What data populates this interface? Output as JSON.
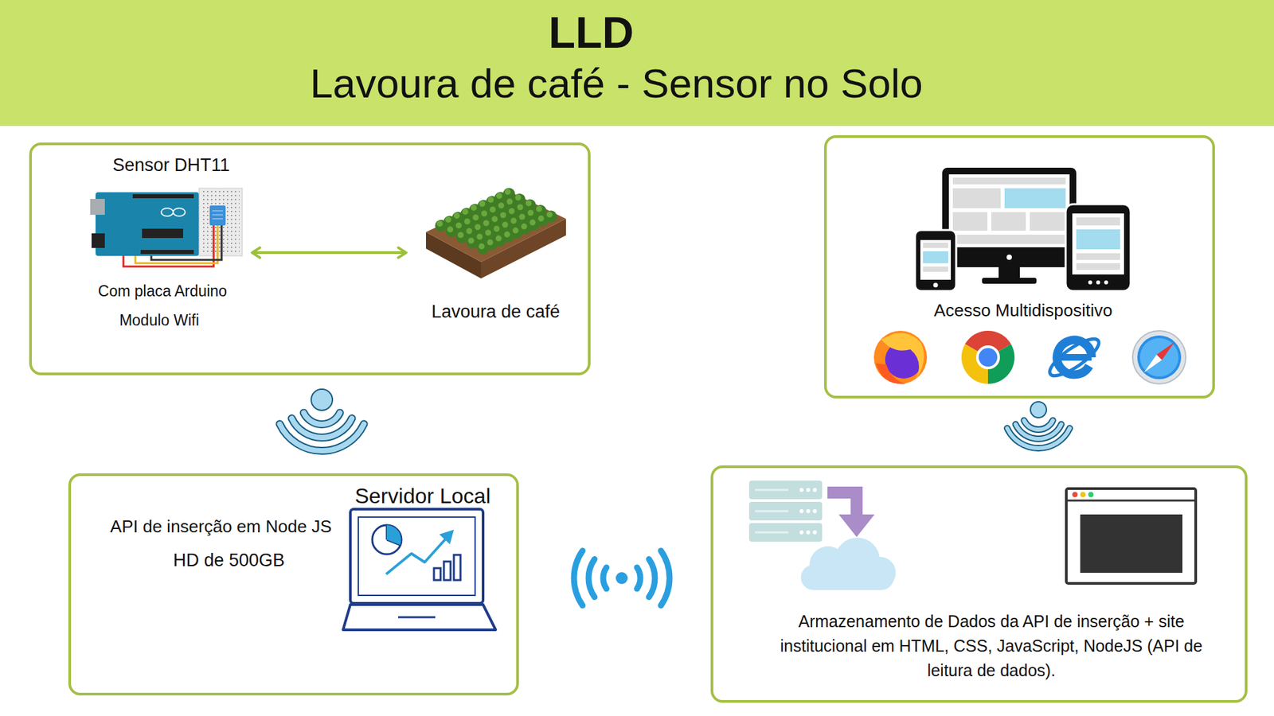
{
  "diagram": {
    "title": "LLD",
    "nodes": [
      {
        "text": []
      },
      {
        "text": [
          "Sensor DHT11",
          "Com placa Arduino",
          "Modulo Wifi"
        ],
        "in": 0
      },
      {
        "text": [
          "Lavoura de café"
        ],
        "in": 0
      },
      {
        "text": [
          "Acesso Multidispositivo"
        ]
      },
      {
        "text": [
          "Servidor Local",
          "API de inserção em Node JS",
          "HD de 500GB"
        ]
      },
      {
        "text": [
          "Armazenamento de Dados da API de inserção + site institucional em HTML, CSS, JavaScript, NodeJS (API de leitura de dados)."
        ]
      }
    ],
    "edges": [
      {
        "from": 1,
        "to": 2,
        "arrow": "both"
      }
    ],
    "labels": [
      "Lavoura de café - Sensor no Solo"
    ]
  }
}
